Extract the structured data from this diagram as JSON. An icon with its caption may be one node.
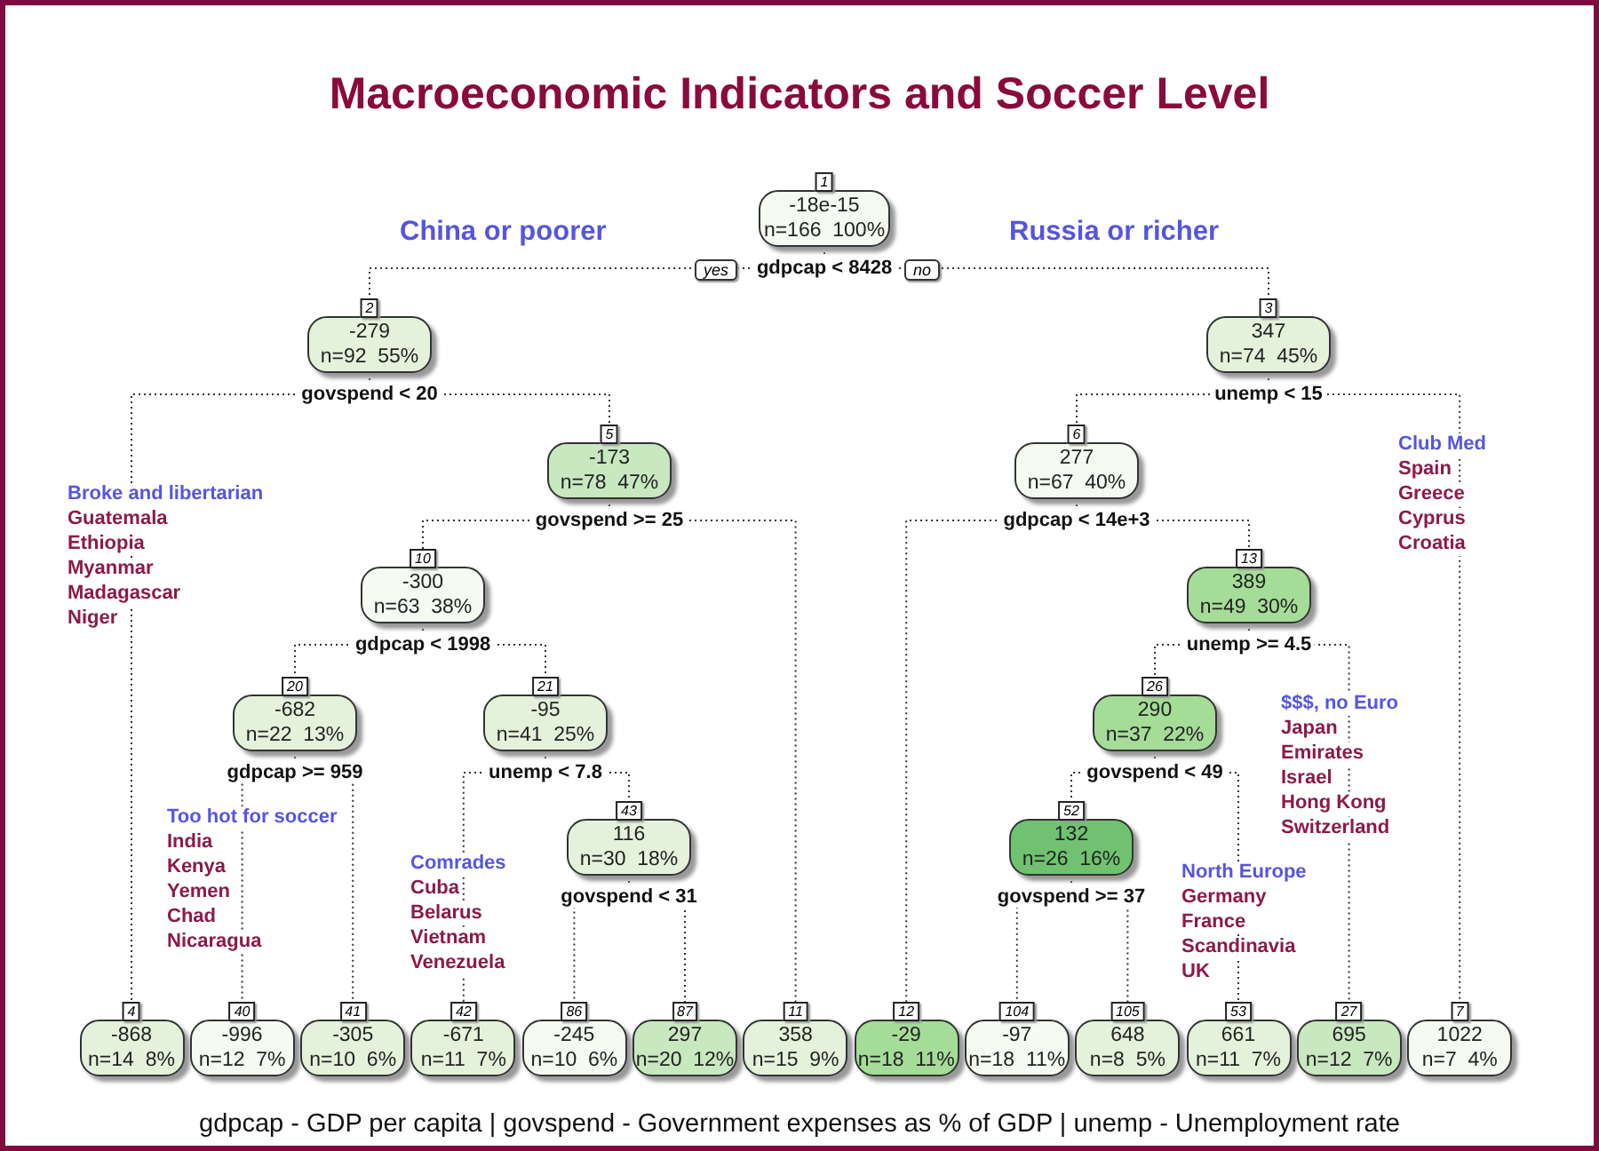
{
  "diagram": {
    "title": "Macroeconomic Indicators and Soccer Level",
    "caption": "gdpcap - GDP per capita | govspend - Government expenses as % of GDP | unemp - Unemployment rate",
    "nodes": [
      {
        "text": [
          "-18e-15",
          "n=166  100%"
        ],
        "beside": [
          "1",
          "gdpcap < 8428"
        ]
      },
      {
        "text": [
          "-279",
          "n=92  55%"
        ],
        "beside": [
          "2",
          "govspend < 20"
        ]
      },
      {
        "text": [
          "347",
          "n=74  45%"
        ],
        "beside": [
          "3",
          "unemp < 15"
        ]
      },
      {
        "text": [
          "-173",
          "n=78  47%"
        ],
        "beside": [
          "5",
          "govspend >= 25"
        ]
      },
      {
        "text": [
          "277",
          "n=67  40%"
        ],
        "beside": [
          "6",
          "gdpcap < 14e+3"
        ]
      },
      {
        "text": [
          "-300",
          "n=63  38%"
        ],
        "beside": [
          "10",
          "gdpcap < 1998"
        ]
      },
      {
        "text": [
          "389",
          "n=49  30%"
        ],
        "beside": [
          "13",
          "unemp >= 4.5"
        ]
      },
      {
        "text": [
          "-682",
          "n=22  13%"
        ],
        "beside": [
          "20",
          "gdpcap >= 959"
        ]
      },
      {
        "text": [
          "-95",
          "n=41  25%"
        ],
        "beside": [
          "21",
          "unemp < 7.8"
        ]
      },
      {
        "text": [
          "290",
          "n=37  22%"
        ],
        "beside": [
          "26",
          "govspend < 49"
        ]
      },
      {
        "text": [
          "116",
          "n=30  18%"
        ],
        "beside": [
          "43",
          "govspend < 31"
        ]
      },
      {
        "text": [
          "132",
          "n=26  16%"
        ],
        "beside": [
          "52",
          "govspend >= 37"
        ]
      },
      {
        "text": [
          "-868",
          "n=14  8%"
        ],
        "beside": [
          "4"
        ]
      },
      {
        "text": [
          "-996",
          "n=12  7%"
        ],
        "beside": [
          "40"
        ]
      },
      {
        "text": [
          "-305",
          "n=10  6%"
        ],
        "beside": [
          "41"
        ]
      },
      {
        "text": [
          "-671",
          "n=11  7%"
        ],
        "beside": [
          "42"
        ]
      },
      {
        "text": [
          "-245",
          "n=10  6%"
        ],
        "beside": [
          "86"
        ]
      },
      {
        "text": [
          "297",
          "n=20  12%"
        ],
        "beside": [
          "87"
        ]
      },
      {
        "text": [
          "358",
          "n=15  9%"
        ],
        "beside": [
          "11"
        ]
      },
      {
        "text": [
          "-29",
          "n=18  11%"
        ],
        "beside": [
          "12"
        ]
      },
      {
        "text": [
          "-97",
          "n=18  11%"
        ],
        "beside": [
          "104"
        ]
      },
      {
        "text": [
          "648",
          "n=8  5%"
        ],
        "beside": [
          "105"
        ]
      },
      {
        "text": [
          "661",
          "n=11  7%"
        ],
        "beside": [
          "53"
        ]
      },
      {
        "text": [
          "695",
          "n=12  7%"
        ],
        "beside": [
          "27"
        ]
      },
      {
        "text": [
          "1022",
          "n=7  4%"
        ],
        "beside": [
          "7"
        ]
      }
    ],
    "edges": [
      {
        "from": 0,
        "to": 1,
        "arrow": "none",
        "label": "yes"
      },
      {
        "from": 0,
        "to": 2,
        "arrow": "none",
        "label": "no"
      },
      {
        "from": 1,
        "to": 12,
        "arrow": "none"
      },
      {
        "from": 1,
        "to": 3,
        "arrow": "none"
      },
      {
        "from": 2,
        "to": 4,
        "arrow": "none"
      },
      {
        "from": 2,
        "to": 24,
        "arrow": "none"
      },
      {
        "from": 3,
        "to": 5,
        "arrow": "none"
      },
      {
        "from": 3,
        "to": 18,
        "arrow": "none"
      },
      {
        "from": 4,
        "to": 19,
        "arrow": "none"
      },
      {
        "from": 4,
        "to": 6,
        "arrow": "none"
      },
      {
        "from": 5,
        "to": 7,
        "arrow": "none"
      },
      {
        "from": 5,
        "to": 8,
        "arrow": "none"
      },
      {
        "from": 6,
        "to": 9,
        "arrow": "none"
      },
      {
        "from": 6,
        "to": 23,
        "arrow": "none"
      },
      {
        "from": 7,
        "to": 13,
        "arrow": "none"
      },
      {
        "from": 7,
        "to": 14,
        "arrow": "none"
      },
      {
        "from": 8,
        "to": 15,
        "arrow": "none"
      },
      {
        "from": 8,
        "to": 10,
        "arrow": "none"
      },
      {
        "from": 9,
        "to": 11,
        "arrow": "none"
      },
      {
        "from": 9,
        "to": 22,
        "arrow": "none"
      },
      {
        "from": 10,
        "to": 16,
        "arrow": "none"
      },
      {
        "from": 10,
        "to": 17,
        "arrow": "none"
      },
      {
        "from": 11,
        "to": 20,
        "arrow": "none"
      },
      {
        "from": 11,
        "to": 21,
        "arrow": "none"
      }
    ],
    "labels": [
      "China or poorer",
      "Russia or richer",
      "Club Med",
      "Spain",
      "Greece",
      "Cyprus",
      "Croatia",
      "Broke and libertarian",
      "Guatemala",
      "Ethiopia",
      "Myanmar",
      "Madagascar",
      "Niger",
      "$$$, no Euro",
      "Japan",
      "Emirates",
      "Israel",
      "Hong Kong",
      "Switzerland",
      "Too hot for soccer",
      "India",
      "Kenya",
      "Yemen",
      "Chad",
      "Nicaragua",
      "Comrades",
      "Cuba",
      "Belarus",
      "Vietnam",
      "Venezuela",
      "North Europe",
      "Germany",
      "France",
      "Scandinavia",
      "UK"
    ]
  }
}
